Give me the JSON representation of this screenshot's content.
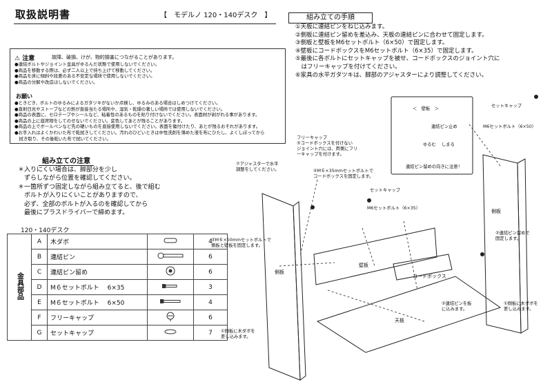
{
  "header": {
    "title": "取扱説明書",
    "model": "【　モデルノ 120・140デスク　】"
  },
  "assembly": {
    "heading": "組み立ての手順",
    "steps": [
      "①天板に連結ピンをねじ込みます。",
      "②側板に連結ピン留めを差込み、天板の連結ピンに合わせて固定します。",
      "③側板と壁板をM6セットボルト（6×50）で固定します。",
      "④壁板にコードボックスをM6セットボルト（6×35）で固定します。",
      "⑤最後に各ボルトにセットキャップを被せ、コードボックスのジョイント穴に",
      "　はフリーキャップを付けてください。",
      "⑥家具の水平ガタツキは、脚部のアジャスターにより調整してください。"
    ]
  },
  "caution": {
    "label": "注意",
    "desc": "故障、破損、けが、物的損害につながることがあります。",
    "items": [
      "●連結ボルトやジョイント金具がゆるんだ状態で使用しないでください。",
      "●商品を移動する際は、必ず二人以上で持ち上げて移動してください。",
      "●商品を床に傾斜や段差のある不安定な場所で使用しないでください。",
      "●商品の分解や改造はしないでください。"
    ],
    "sub": "お願い",
    "items2": [
      "●ときどき、ボルトのゆるみによるガタツキがないか点検し、ゆるみのある場合はしめつけてください。",
      "●直射日光やストーブなどの熱が直接当たる場所や、湿気・乾燥の著しい場所では使用しないでください。",
      "●商品の表面に、セロテープやシールなど、粘着性のあるものを貼り付けないでください。表面材が剥がれる事があります。",
      "●商品の上に座席物をしてのせないでください。変色してあとが残ることがあります。",
      "●商品の上でボールペンなど先の硬いものを直接使用しないでください。表面を傷付けたり、あとが残るおそれがあります。",
      "●お手入れはよくかわいた布で乾拭きしてください。汚れのひどいときは中性洗剤を薄めた液を布にひたし、よくしぼってから",
      "　拭き取り、その後乾いた布で拭いてください。"
    ]
  },
  "notes": {
    "heading": "組み立ての注意",
    "lines": [
      "＊入りにくい場合は、脚部分を少し",
      "　ずらしながら位置を確認してください。",
      "＊一箇所ずつ固定しながら組み立てると、後で組む",
      "　ボルトが入りにくいことがありますので、",
      "　必ず、全部のボルトが入るのを確認してから",
      "　最後にプラスドライバーで締めます。"
    ]
  },
  "parts": {
    "title": "120・140デスク",
    "category": "金具部品",
    "rows": [
      {
        "letter": "A",
        "name": "木ダボ",
        "qty": "4",
        "icon": "dowel-icon"
      },
      {
        "letter": "B",
        "name": "連結ピン",
        "qty": "6",
        "icon": "pin-icon"
      },
      {
        "letter": "C",
        "name": "連結ピン留め",
        "qty": "6",
        "icon": "pin-cam-icon"
      },
      {
        "letter": "D",
        "name": "M６セットボルト　 6×35",
        "qty": "3",
        "icon": "bolt-short-icon"
      },
      {
        "letter": "E",
        "name": "M６セットボルト　 6×50",
        "qty": "4",
        "icon": "bolt-long-icon"
      },
      {
        "letter": "F",
        "name": "フリーキャップ",
        "qty": "6",
        "icon": "free-cap-icon"
      },
      {
        "letter": "G",
        "name": "セットキャップ",
        "qty": "7",
        "icon": "set-cap-icon"
      }
    ]
  },
  "diagram": {
    "set_cap": "セットキャップ",
    "bolt650": "M6セットボルト（6×50）",
    "inset_wall": "＜　壁板　＞",
    "inset_pin": "連結ピン止め",
    "inset_note": "連結ピン留めの向きに注意！",
    "inset_loosen": "ゆるむ",
    "inset_tighten": "しまる",
    "free_cap": "フリーキャップ",
    "free_cap_note": [
      "⑤コードボックスを付けない",
      "ジョイント穴には、両側にフリ",
      "ーキャップを付けます。"
    ],
    "adjuster": [
      "⑦アジャスターで水平",
      "調整をしてください。"
    ],
    "set_cap2": "セットキャップ",
    "bolt635": "M6セットボルト（6×35）",
    "step4": [
      "④M６×35mmセットボルトで",
      "コードボックスを固定します。"
    ],
    "step3": [
      "③M６×50mmセットボルトで",
      "側板と壁板を固定します。"
    ],
    "side_left": "側板",
    "side_right": "側板",
    "wall": "壁板",
    "cord_box": "コードボックス",
    "top": "天板",
    "step2_right": [
      "②連結ピン留めで",
      "固定します。"
    ],
    "step2": [
      "②連結ピンを板",
      "に込みます。"
    ],
    "step1_right": [
      "①側板に木ダボを",
      "差し込みます。"
    ],
    "step1_left": [
      "①側板に木ダボを",
      "差し込みます。"
    ]
  }
}
